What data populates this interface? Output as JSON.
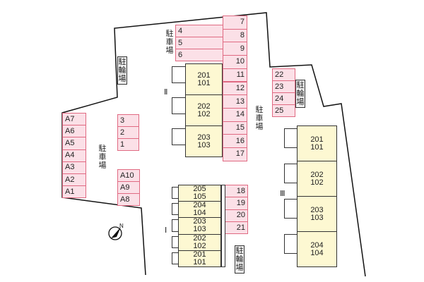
{
  "parking": {
    "row_4_6": [
      "4",
      "5",
      "6"
    ],
    "row_7_17": [
      "7",
      "8",
      "9",
      "10",
      "11",
      "12",
      "13",
      "14",
      "15",
      "16",
      "17"
    ],
    "row_22_25": [
      "22",
      "23",
      "24",
      "25"
    ],
    "row_a7_a1": [
      "A7",
      "A6",
      "A5",
      "A4",
      "A3",
      "A2",
      "A1"
    ],
    "row_3_1": [
      "3",
      "2",
      "1"
    ],
    "row_a10_a8": [
      "A10",
      "A9",
      "A8"
    ],
    "row_18_21": [
      "18",
      "19",
      "20",
      "21"
    ]
  },
  "buildings": {
    "II": {
      "label": "Ⅱ",
      "units": [
        [
          "201",
          "101"
        ],
        [
          "202",
          "102"
        ],
        [
          "203",
          "103"
        ]
      ]
    },
    "I": {
      "label": "Ⅰ",
      "units": [
        [
          "205",
          "105"
        ],
        [
          "204",
          "104"
        ],
        [
          "203",
          "103"
        ],
        [
          "202",
          "102"
        ],
        [
          "201",
          "101"
        ]
      ]
    },
    "III": {
      "label": "Ⅲ",
      "units": [
        [
          "201",
          "101"
        ],
        [
          "202",
          "102"
        ],
        [
          "203",
          "103"
        ],
        [
          "204",
          "104"
        ]
      ]
    }
  },
  "labels": {
    "car_parking": "駐車場",
    "bicycle_parking": "駐輪場"
  },
  "icons": {
    "compass": "north-arrow-icon"
  },
  "colors": {
    "slot_fill": "#fbe0e7",
    "slot_border": "#e06a82",
    "unit_fill": "#fdf8d2"
  }
}
